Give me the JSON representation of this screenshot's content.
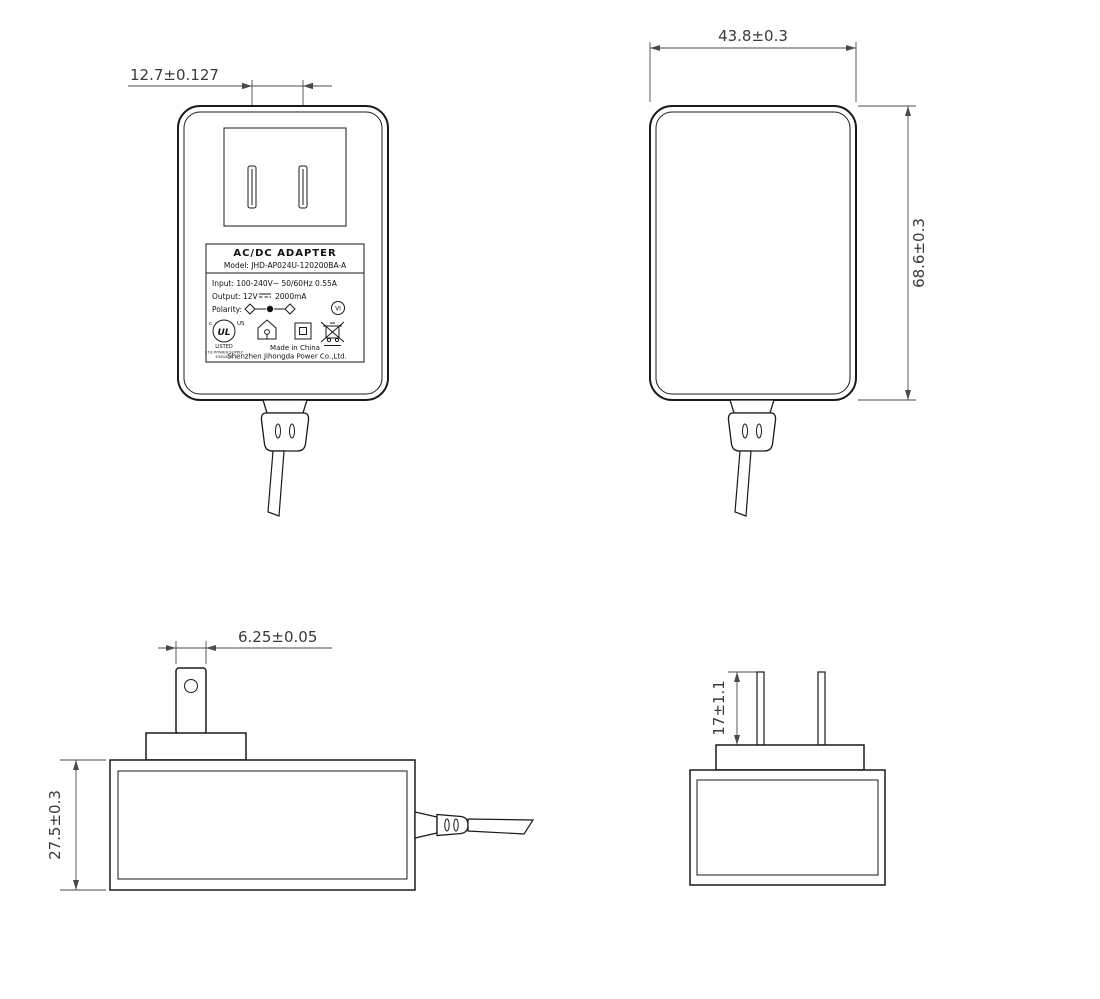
{
  "drawing": {
    "front_view": {
      "dim_prong_spacing": "12.7±0.127",
      "label": {
        "title": "AC/DC  ADAPTER",
        "model": "Model: JHD-AP024U-120200BA-A",
        "input": "Input: 100-240V~  50/60Hz  0.55A",
        "output_prefix": "Output: 12V",
        "output_suffix": "2000mA",
        "polarity": "Polarity:",
        "ul_c": "c",
        "ul_text": "UL",
        "ul_us": "US",
        "listed": "LISTED",
        "ite": "I.T.E POWER SUPPLY",
        "file_no": "E361827",
        "efficiency": "VI",
        "made_in": "Made in China",
        "company": "Shenzhen Jihongda Power Co.,Ltd."
      }
    },
    "back_view": {
      "dim_width": "43.8±0.3",
      "dim_height": "68.6±0.3"
    },
    "side_view": {
      "dim_prong_width": "6.25±0.05",
      "dim_depth": "27.5±0.3"
    },
    "rear_side_view": {
      "dim_prong_length": "17±1.1"
    }
  }
}
